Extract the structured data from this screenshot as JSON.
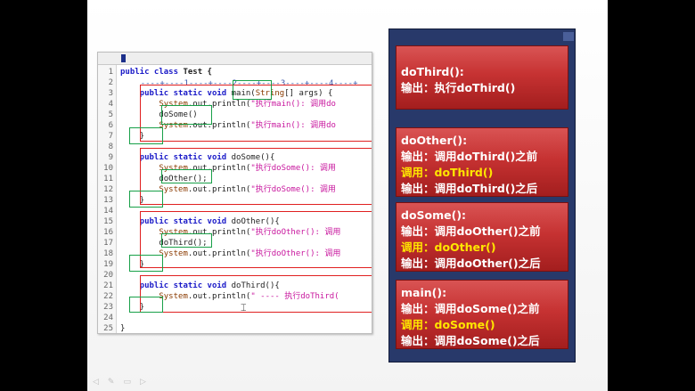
{
  "editor": {
    "ruler_text": "----+----1----+----2----+----3----+----4----+",
    "lines": [
      {
        "n": "1",
        "parts": [
          {
            "t": "public class ",
            "c": "kw"
          },
          {
            "t": "Test {",
            "c": "cls"
          }
        ]
      },
      {
        "n": "2",
        "parts": []
      },
      {
        "n": "3",
        "parts": [
          {
            "t": "    public static void ",
            "c": "kw"
          },
          {
            "t": "main(",
            "c": "plain"
          },
          {
            "t": "String",
            "c": "sys"
          },
          {
            "t": "[] args) {",
            "c": "plain"
          }
        ]
      },
      {
        "n": "4",
        "parts": [
          {
            "t": "        System",
            "c": "sys"
          },
          {
            "t": ".out.println(",
            "c": "plain"
          },
          {
            "t": "\"执行main(): 调用do",
            "c": "str"
          }
        ]
      },
      {
        "n": "5",
        "parts": [
          {
            "t": "        doSome()",
            "c": "plain"
          }
        ]
      },
      {
        "n": "6",
        "parts": [
          {
            "t": "        System",
            "c": "sys"
          },
          {
            "t": ".out.println(",
            "c": "plain"
          },
          {
            "t": "\"执行main(): 调用do",
            "c": "str"
          }
        ]
      },
      {
        "n": "7",
        "parts": [
          {
            "t": "    }",
            "c": "plain"
          }
        ]
      },
      {
        "n": "8",
        "parts": []
      },
      {
        "n": "9",
        "parts": [
          {
            "t": "    public static void ",
            "c": "kw"
          },
          {
            "t": "doSome(){",
            "c": "plain"
          }
        ]
      },
      {
        "n": "10",
        "parts": [
          {
            "t": "        System",
            "c": "sys"
          },
          {
            "t": ".out.println(",
            "c": "plain"
          },
          {
            "t": "\"执行doSome(): 调用",
            "c": "str"
          }
        ]
      },
      {
        "n": "11",
        "parts": [
          {
            "t": "        doOther();",
            "c": "plain"
          }
        ]
      },
      {
        "n": "12",
        "parts": [
          {
            "t": "        System",
            "c": "sys"
          },
          {
            "t": ".out.println(",
            "c": "plain"
          },
          {
            "t": "\"执行doSome(): 调用",
            "c": "str"
          }
        ]
      },
      {
        "n": "13",
        "parts": [
          {
            "t": "    }",
            "c": "plain"
          }
        ]
      },
      {
        "n": "14",
        "parts": []
      },
      {
        "n": "15",
        "parts": [
          {
            "t": "    public static void ",
            "c": "kw"
          },
          {
            "t": "doOther(){",
            "c": "plain"
          }
        ]
      },
      {
        "n": "16",
        "parts": [
          {
            "t": "        System",
            "c": "sys"
          },
          {
            "t": ".out.println(",
            "c": "plain"
          },
          {
            "t": "\"执行doOther(): 调用",
            "c": "str"
          }
        ]
      },
      {
        "n": "17",
        "parts": [
          {
            "t": "        doThird();",
            "c": "plain"
          }
        ]
      },
      {
        "n": "18",
        "parts": [
          {
            "t": "        System",
            "c": "sys"
          },
          {
            "t": ".out.println(",
            "c": "plain"
          },
          {
            "t": "\"执行doOther(): 调用",
            "c": "str"
          }
        ]
      },
      {
        "n": "19",
        "parts": [
          {
            "t": "    }",
            "c": "plain"
          }
        ]
      },
      {
        "n": "20",
        "parts": []
      },
      {
        "n": "21",
        "parts": [
          {
            "t": "    public static void ",
            "c": "kw"
          },
          {
            "t": "doThird(){",
            "c": "plain"
          }
        ]
      },
      {
        "n": "22",
        "parts": [
          {
            "t": "        System",
            "c": "sys"
          },
          {
            "t": ".out.println(",
            "c": "plain"
          },
          {
            "t": "\" ---- 执行doThird(",
            "c": "str"
          }
        ]
      },
      {
        "n": "23",
        "parts": [
          {
            "t": "    }",
            "c": "plain"
          }
        ]
      },
      {
        "n": "24",
        "parts": []
      },
      {
        "n": "25",
        "parts": [
          {
            "t": "}",
            "c": "plain"
          }
        ]
      }
    ]
  },
  "cards": [
    {
      "title": "doThird():",
      "lines": [
        {
          "t": "输出：执行doThird()",
          "hl": false
        }
      ]
    },
    {
      "title": "doOther():",
      "lines": [
        {
          "t": "输出：调用doThird()之前",
          "hl": false
        },
        {
          "t": "调用：doThird()",
          "hl": true
        },
        {
          "t": "输出：调用doThird()之后",
          "hl": false
        }
      ]
    },
    {
      "title": "doSome():",
      "lines": [
        {
          "t": "输出：调用doOther()之前",
          "hl": false
        },
        {
          "t": "调用：doOther()",
          "hl": true
        },
        {
          "t": "输出：调用doOther()之后",
          "hl": false
        }
      ]
    },
    {
      "title": "main():",
      "lines": [
        {
          "t": "输出：调用doSome()之前",
          "hl": false
        },
        {
          "t": "调用：doSome()",
          "hl": true
        },
        {
          "t": "输出：调用doSome()之后",
          "hl": false
        }
      ]
    }
  ],
  "colors": {
    "card_red": "#c63232",
    "highlight": "#ffe600",
    "panel": "#28396a"
  }
}
